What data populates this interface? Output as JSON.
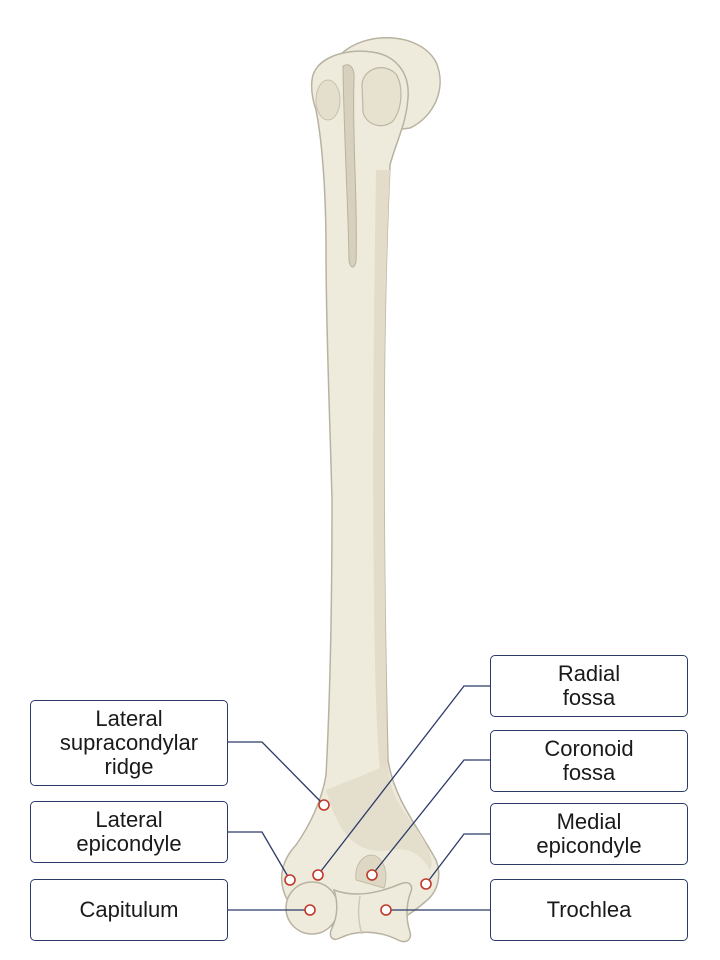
{
  "colors": {
    "bone_fill": "#efebdc",
    "bone_shade": "#dcd6c3",
    "bone_outline": "#b8b2a0",
    "leader_line": "#2b3a67",
    "marker": "#c0392b"
  },
  "labels": {
    "lateral_supracondylar_ridge": "Lateral\nsupracondylar\nridge",
    "lateral_epicondyle": "Lateral\nepicondyle",
    "capitulum": "Capitulum",
    "radial_fossa": "Radial\nfossa",
    "coronoid_fossa": "Coronoid\nfossa",
    "medial_epicondyle": "Medial\nepicondyle",
    "trochlea": "Trochlea"
  }
}
